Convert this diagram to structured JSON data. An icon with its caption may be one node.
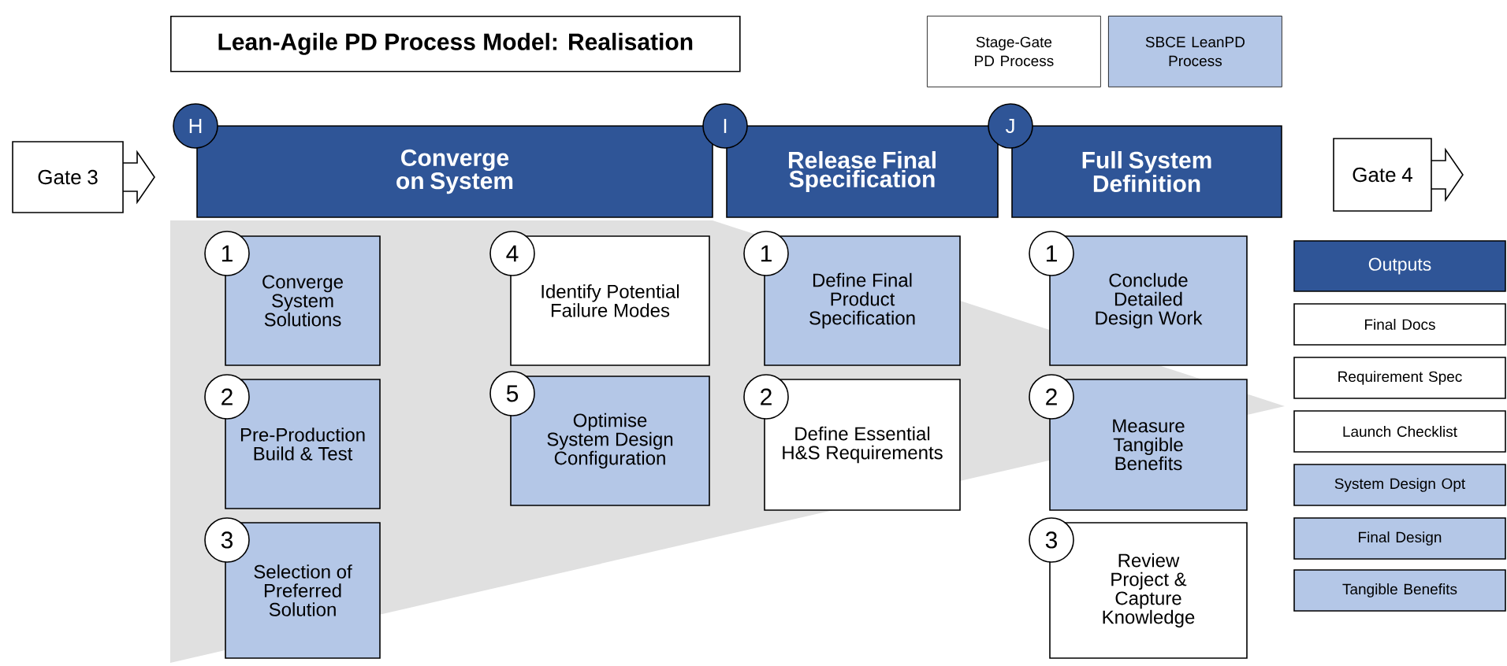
{
  "diagram": {
    "title": "Lean-Agile PD Process Model: Realisation",
    "nodes": [
      {
        "text": [
          "Gate 3"
        ]
      },
      {
        "text": [
          "H",
          "Converge on System"
        ]
      },
      {
        "text": [
          "I",
          "Release Final Specification"
        ]
      },
      {
        "text": [
          "J",
          "Full System Definition"
        ]
      },
      {
        "text": [
          "Gate 4"
        ]
      },
      {
        "text": [
          "1",
          "Converge System Solutions"
        ]
      },
      {
        "text": [
          "2",
          "Pre-Production Build & Test"
        ]
      },
      {
        "text": [
          "3",
          "Selection of Preferred Solution"
        ]
      },
      {
        "text": [
          "4",
          "Identify Potential Failure Modes"
        ]
      },
      {
        "text": [
          "5",
          "Optimise System Design Configuration"
        ]
      },
      {
        "text": [
          "1",
          "Define Final Product Specification"
        ]
      },
      {
        "text": [
          "2",
          "Define Essential H&S Requirements"
        ]
      },
      {
        "text": [
          "1",
          "Conclude Detailed Design Work"
        ]
      },
      {
        "text": [
          "2",
          "Measure Tangible Benefits"
        ]
      },
      {
        "text": [
          "3",
          "Review Project & Capture Knowledge"
        ]
      },
      {
        "text": [
          "Outputs"
        ]
      },
      {
        "text": [
          "Final Docs"
        ]
      },
      {
        "text": [
          "Requirement Spec"
        ]
      },
      {
        "text": [
          "Launch Checklist"
        ]
      },
      {
        "text": [
          "System Design Opt"
        ]
      },
      {
        "text": [
          "Final Design"
        ]
      },
      {
        "text": [
          "Tangible Benefits"
        ]
      }
    ],
    "legend": [
      {
        "text": "Stage-Gate PD Process"
      },
      {
        "text": "SBCE LeanPD Process",
        "color": "#b4c7e7"
      }
    ]
  }
}
